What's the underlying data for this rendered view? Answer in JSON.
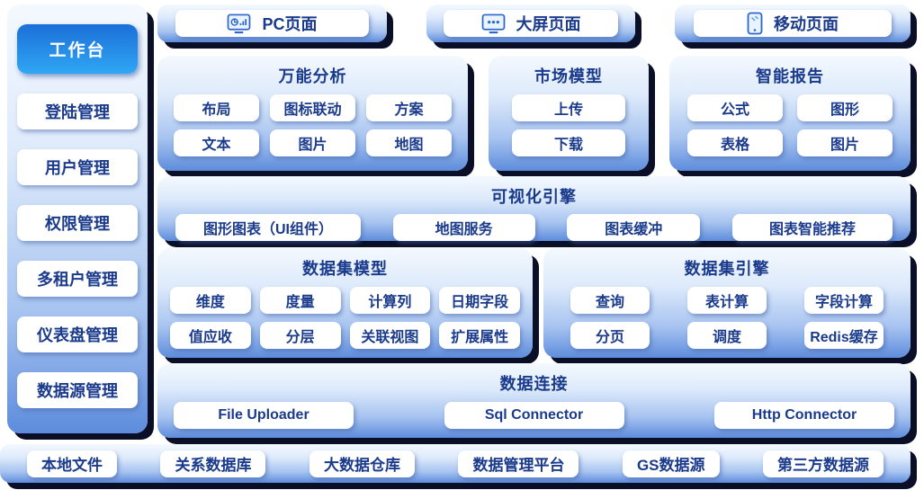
{
  "colors": {
    "workbench_gradient_top": "#1b6fd8",
    "workbench_gradient_bottom": "#30a7f4",
    "panel_edge_blue": "#5d8cdc",
    "text_navy": "#1a3a8c",
    "icon_stroke": "#2b66cc",
    "hard_shadow": "#0a0e26"
  },
  "sidebar": {
    "workbench": "工作台",
    "items": [
      "登陆管理",
      "用户管理",
      "权限管理",
      "多租户管理",
      "仪表盘管理",
      "数据源管理"
    ]
  },
  "top_tabs": [
    {
      "icon": "pc-monitor-chart-icon",
      "label": "PC页面"
    },
    {
      "icon": "big-screen-dots-icon",
      "label": "大屏页面"
    },
    {
      "icon": "mobile-phone-icon",
      "label": "移动页面"
    }
  ],
  "sections": {
    "analysis": {
      "title": "万能分析",
      "buttons": [
        "布局",
        "图标联动",
        "方案",
        "文本",
        "图片",
        "地图"
      ]
    },
    "market": {
      "title": "市场模型",
      "buttons": [
        "上传",
        "下载"
      ]
    },
    "report": {
      "title": "智能报告",
      "buttons": [
        "公式",
        "图形",
        "表格",
        "图片"
      ]
    },
    "visual_engine": {
      "title": "可视化引擎",
      "buttons": [
        "图形图表（UI组件）",
        "地图服务",
        "图表缓冲",
        "图表智能推荐"
      ]
    },
    "dataset_model": {
      "title": "数据集模型",
      "buttons": [
        "维度",
        "度量",
        "计算列",
        "日期字段",
        "值应收",
        "分层",
        "关联视图",
        "扩展属性"
      ]
    },
    "dataset_engine": {
      "title": "数据集引擎",
      "buttons": [
        "查询",
        "表计算",
        "字段计算",
        "分页",
        "调度",
        "Redis缓存"
      ]
    },
    "data_connect": {
      "title": "数据连接",
      "buttons": [
        "File Uploader",
        "Sql Connector",
        "Http Connector"
      ]
    }
  },
  "bottom_sources": [
    "本地文件",
    "关系数据库",
    "大数据仓库",
    "数据管理平台",
    "GS数据源",
    "第三方数据源"
  ]
}
